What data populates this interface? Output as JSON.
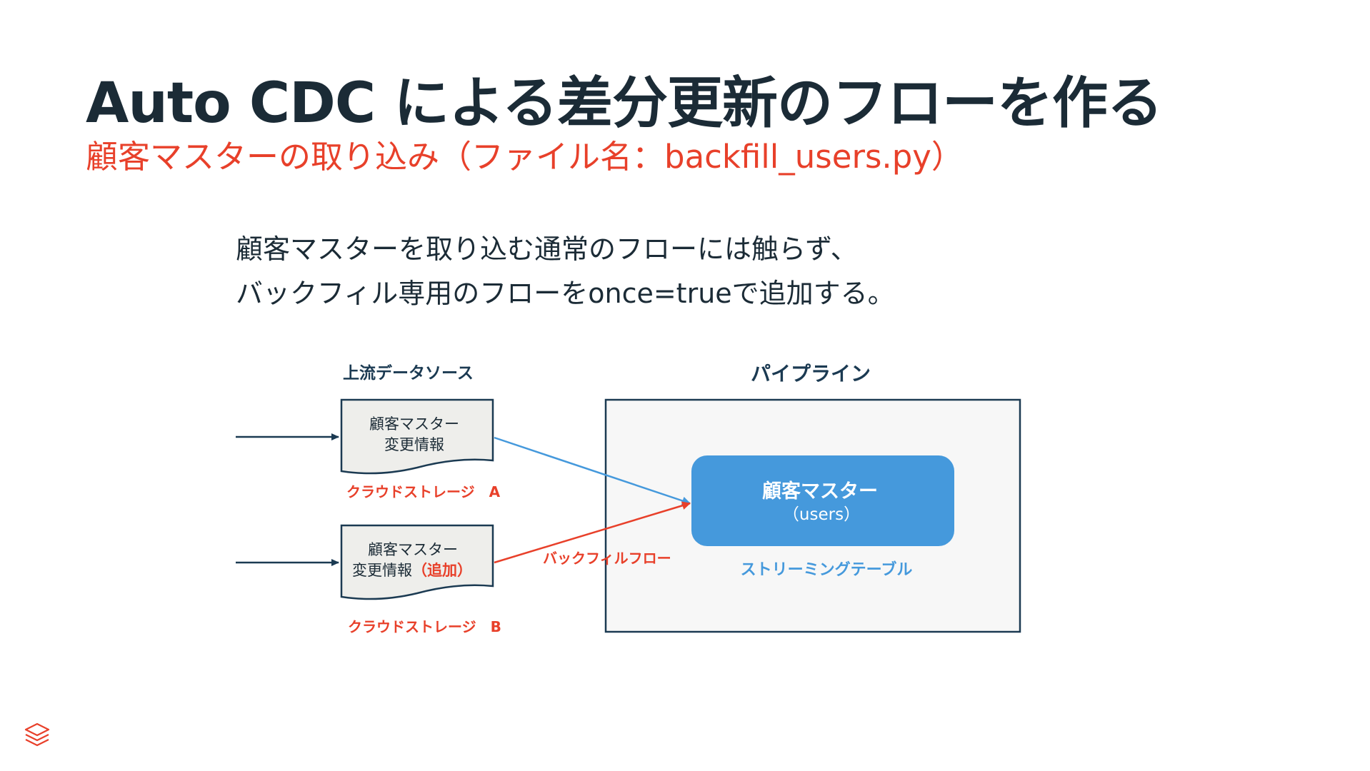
{
  "slide": {
    "title": "Auto CDC による差分更新のフローを作る",
    "subtitle": "顧客マスターの取り込み（ファイル名：backfill_users.py）",
    "description": [
      "顧客マスターを取り込む通常のフローには触らず、",
      "バックフィル専用のフローをonce=trueで追加する。"
    ]
  },
  "diagram": {
    "upstream_title": "上流データソース",
    "source_a": {
      "line1": "顧客マスター",
      "line2": "変更情報",
      "storage": "クラウドストレージ　A"
    },
    "source_b": {
      "line1": "顧客マスター",
      "line2": "変更情報",
      "tag": "（追加）",
      "storage": "クラウドストレージ　B"
    },
    "pipeline_title": "パイプライン",
    "target": {
      "name": "顧客マスター",
      "table": "（users）",
      "type_label": "ストリーミングテーブル"
    },
    "backfill_label": "バックフィルフロー"
  },
  "colors": {
    "title": "#1b2b36",
    "accent_red": "#e8402a",
    "blue": "#4599dc",
    "dark_navy": "#1b3a52",
    "doc_fill": "#eeeeeb",
    "pipeline_fill": "#f7f7f7"
  },
  "icons": [
    "databricks-logo-icon"
  ]
}
